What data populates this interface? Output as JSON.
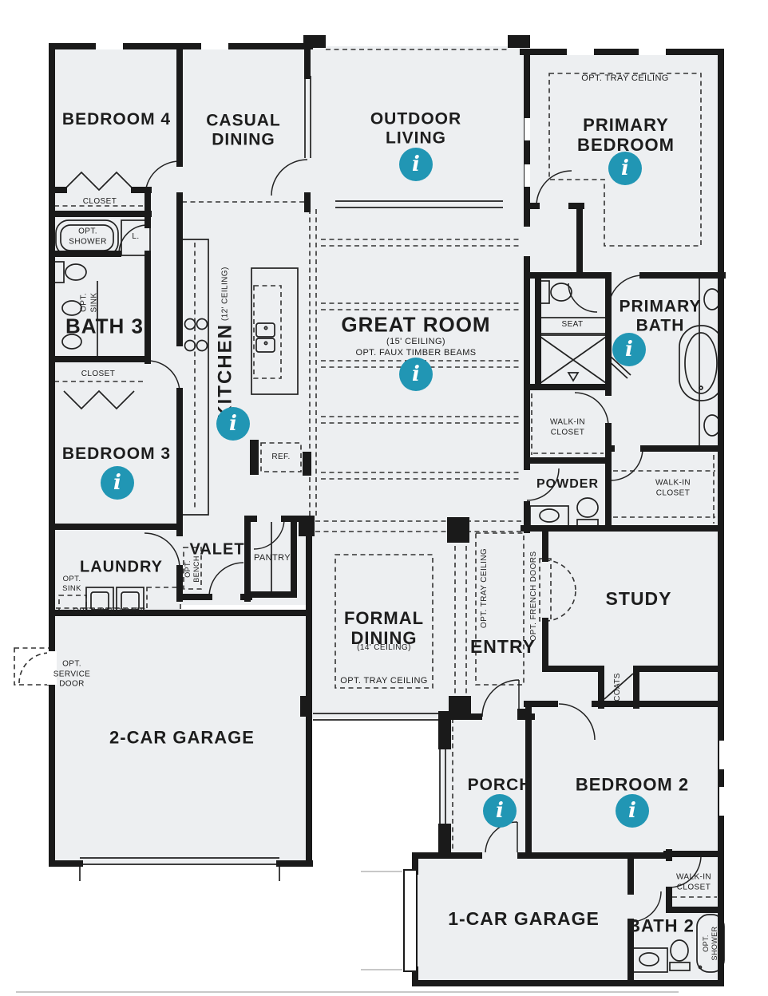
{
  "colors": {
    "accent": "#2196b4",
    "wall": "#1a1a1a",
    "floor": "#edeff1",
    "text": "#1d1d1d"
  },
  "icons": {
    "glyph": "i"
  },
  "rooms": {
    "bedroom4": {
      "name": "BEDROOM 4",
      "closet": "CLOSET"
    },
    "casual_dining": {
      "name": "CASUAL\nDINING"
    },
    "outdoor_living": {
      "name": "OUTDOOR\nLIVING"
    },
    "primary_bedroom": {
      "name": "PRIMARY\nBEDROOM",
      "option": "OPT. TRAY CEILING"
    },
    "bath3": {
      "name": "BATH 3",
      "opt_shower": "OPT.\nSHOWER",
      "linen": "L.",
      "opt_sink": "OPT.\nSINK"
    },
    "bedroom3": {
      "name": "BEDROOM 3",
      "closet": "CLOSET"
    },
    "kitchen": {
      "name": "KITCHEN",
      "ceiling": "(12' CEILING)",
      "ref": "REF."
    },
    "pantry": {
      "name": "PANTRY"
    },
    "great_room": {
      "name": "GREAT ROOM",
      "ceiling": "(15' CEILING)",
      "option": "OPT. FAUX TIMBER BEAMS"
    },
    "primary_bath": {
      "name": "PRIMARY\nBATH",
      "seat": "SEAT"
    },
    "primary_closet": {
      "name": "WALK-IN\nCLOSET"
    },
    "powder": {
      "name": "POWDER"
    },
    "hall_closet": {
      "name": "WALK-IN\nCLOSET"
    },
    "study": {
      "name": "STUDY",
      "opt_french_doors": "OPT. FRENCH DOORS",
      "coats": "COATS"
    },
    "entry": {
      "name": "ENTRY",
      "opt_tray": "OPT. TRAY CEILING"
    },
    "formal_dining": {
      "name": "FORMAL\nDINING",
      "ceiling": "(14' CEILING)",
      "option": "OPT. TRAY CEILING"
    },
    "valet": {
      "name": "VALET",
      "opt_bench": "OPT.\nBENCH"
    },
    "laundry": {
      "name": "LAUNDRY",
      "opt_sink": "OPT.\nSINK",
      "opt_upper_cabs": "OPT. UPPER CABS"
    },
    "garage2": {
      "name": "2-CAR GARAGE",
      "opt_service_door": "OPT.\nSERVICE\nDOOR"
    },
    "porch": {
      "name": "PORCH"
    },
    "bedroom2": {
      "name": "BEDROOM 2",
      "closet": "WALK-IN\nCLOSET"
    },
    "garage1": {
      "name": "1-CAR GARAGE"
    },
    "bath2": {
      "name": "BATH 2",
      "opt_shower": "OPT.\nSHOWER"
    }
  }
}
